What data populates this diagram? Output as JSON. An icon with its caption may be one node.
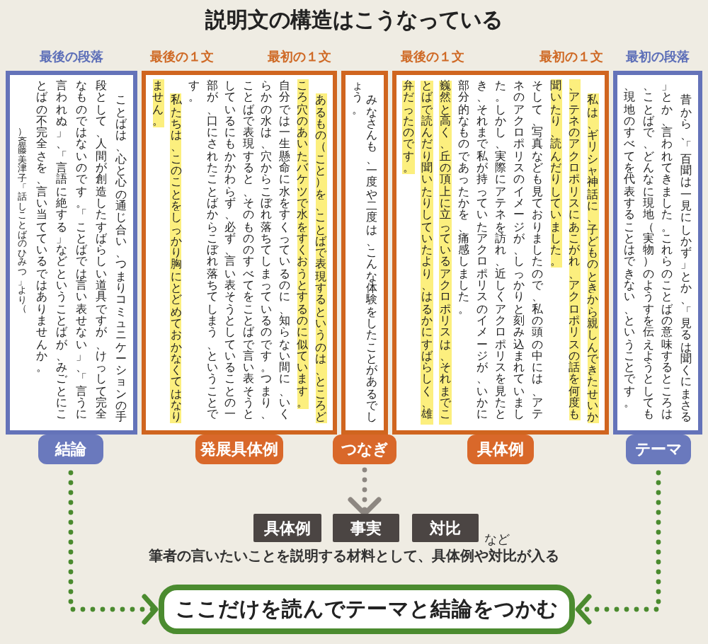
{
  "diagram": {
    "title": "説明文の構造はこうなっている",
    "nodes": [
      {
        "text": [
          "最初の段落",
          "昔から、「百聞は一見にしかず」とか、「見るは聞くにまさる」とか、言われてきました。これらのことばの意味するところは、ことばで、どんなに現地（実物）のようすを伝えようとしても、現地のすべてを代表することはできない、ということです。"
        ]
      },
      {
        "text": [
          "テーマ"
        ]
      },
      {
        "text": [
          "最後の１文",
          "最初の１文",
          "私は、ギリシャ神話に、子どものときから親しんできたせいか、アテネのアクロポリスにあこがれ、アクロポリスの話を何度も聞いたり、読んだりしていました。",
          "そして、写真なども見ておりましたので、私の頭の中には、アテネのアクロポリスのイメージが、しっかりと刻み込まれていました。しかし、実際にアテネを訪れ、近しくアクロポリスを見たとき、それまで私が持っていたアクロポリスのイメージが、いかに部分的なものであったかを、痛感しました。",
          "巍然と高く、丘の頂上に立っているアクロポリスは、それまでことばで読んだり聞いたりしていたより、はるかにすばらしく、雄弁だったのです。"
        ]
      },
      {
        "text": [
          "具体例"
        ]
      },
      {
        "text": [
          "みなさんも、一度や二度は、こんな体験をしたことがあるでしょう。"
        ]
      },
      {
        "text": [
          "つなぎ"
        ]
      },
      {
        "text": [
          "最後の１文",
          "最初の１文",
          "あるもの（こと）を、ことばで表現するというのは、ところどころ穴のあいたバケツで水をすくおうとするのに似ています。",
          "自分では一生懸命に水をすくっているのに、知らない間に、いくらかの水は、穴からこぼれ落ちてしまっているのです。つまり、ことばで表現すると、そのもののすべてをことばで言い表そうとしているにもかかわらず、必ず、言い表そうとしていることの一部が、口にされたことばからこぼれ落ちてしまう、ということです。",
          "私たちは、このことをしっかり胸にとどめておかなくてはなりません。"
        ]
      },
      {
        "text": [
          "発展具体例"
        ]
      },
      {
        "text": [
          "最後の段落",
          "（斎藤美津子「話しことばのひみつ」より）",
          "ことばは、心と心の通じ合い、つまりコミュニケーションの手段として、人間が創造したすばらしい道具ですが、けっして完全なものではないのです。「ことばでは言い表せない」、「言うに言われぬ」、「言語に絶する」などということばが、みごとにことばの不完全さを、言い当てているではありませんか。"
        ]
      },
      {
        "text": [
          "結論"
        ]
      },
      {
        "text": [
          "具体例"
        ]
      },
      {
        "text": [
          "事実"
        ]
      },
      {
        "text": [
          "対比"
        ]
      },
      {
        "text": [
          "ここだけを読んでテーマと結論をつかむ"
        ]
      }
    ],
    "edges": [
      {
        "from": 5,
        "to": 11,
        "arrow": "to",
        "style": "dashed",
        "color": "#8d8781"
      },
      {
        "from": 9,
        "to": 13,
        "arrow": "to",
        "style": "dashed"
      },
      {
        "from": 1,
        "to": 13,
        "arrow": "to",
        "style": "dashed"
      }
    ],
    "labels": [
      "など",
      "筆者の言いたいことを説明する材料として、具体例や対比が入る"
    ]
  }
}
